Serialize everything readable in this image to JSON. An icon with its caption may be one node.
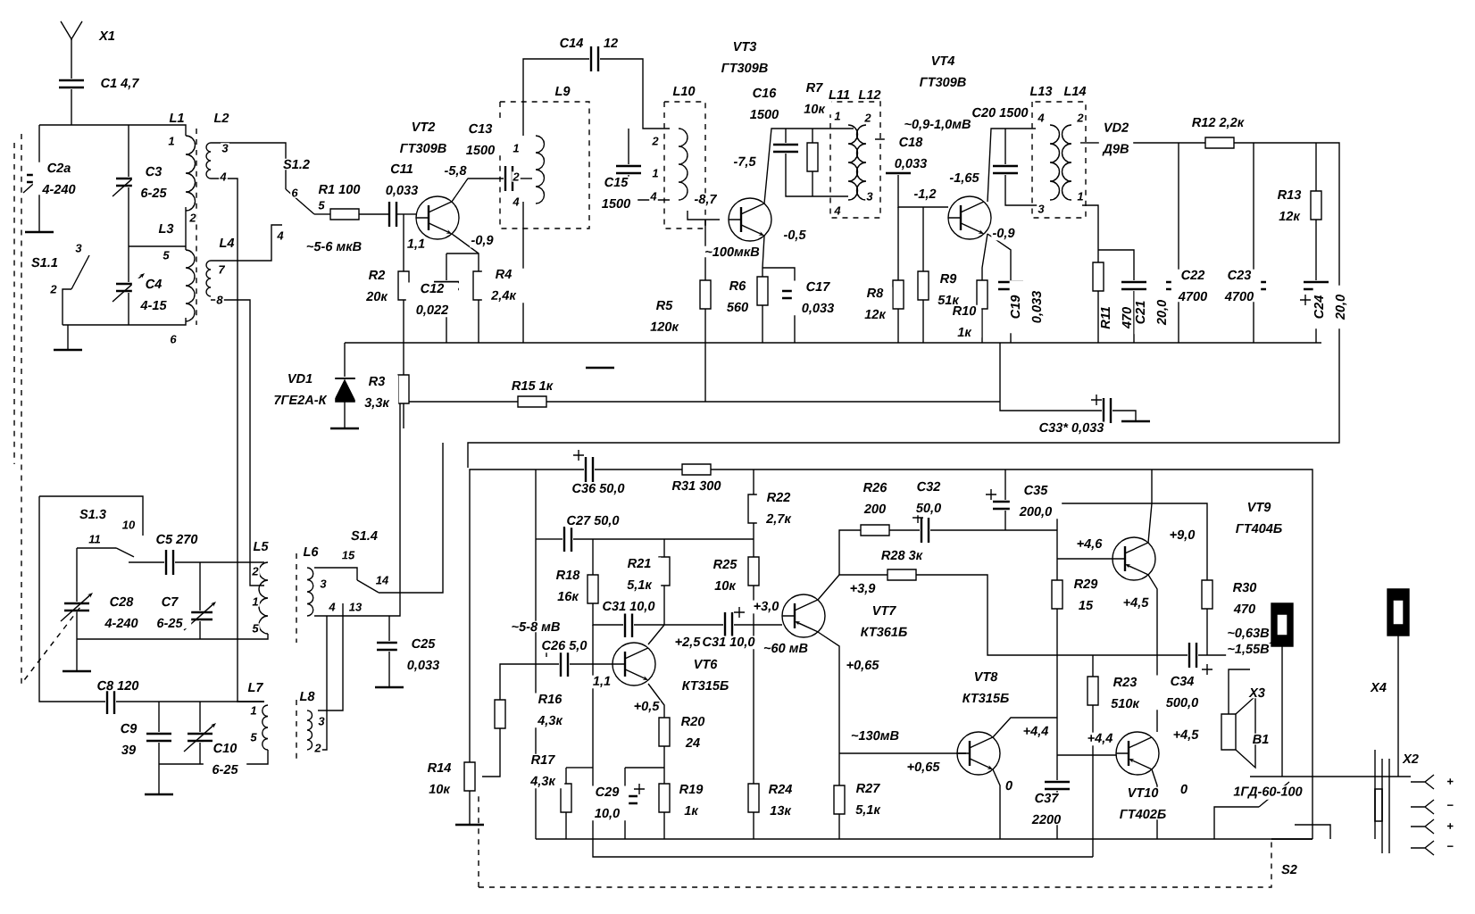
{
  "diagram": {
    "labels": [
      "X1",
      "C1 4,7",
      "L1",
      "L2",
      "1",
      "3",
      "4",
      "C2a 4-240",
      "C3 6-25",
      "S1.2",
      "6",
      "5",
      "4",
      "R1 100",
      "C11 0,033",
      "VT2 ГТ309В",
      "C13 1500",
      "-5,8",
      "-0,9",
      "2",
      "L3",
      "5",
      "L4",
      "7",
      "8",
      "S1.1",
      "3",
      "2",
      "C4 4-15",
      "6",
      "~5-6 мкВ",
      "1,1",
      "R2 20к",
      "C12 0,022",
      "R4 2,4к",
      "VD1 7ГЕ2А-К",
      "R3 3,3к",
      "C14",
      "12",
      "L9",
      "1",
      "2",
      "4",
      "L10",
      "2",
      "1",
      "4",
      "C15 1500",
      "VT3 ГТ309В",
      "-7,5",
      "-8,7",
      "-0,5",
      "~100мкВ",
      "R5 120к",
      "R6 560",
      "C17 0,033",
      "C16 1500",
      "R7 10к",
      "L11",
      "L12",
      "1",
      "2",
      "3",
      "4",
      "R8 12к",
      "C18 0,033",
      "VT4 ГТ309В",
      "~0,9-1,0мВ",
      "-1,65",
      "-1,2",
      "-0,9",
      "R9 51к",
      "R10 1к",
      "R15 1к",
      "C20 1500",
      "L13",
      "L14",
      "4",
      "2",
      "1",
      "3",
      "VD2 Д9В",
      "R12 2,2к",
      "R13 12к",
      "C19 0,033",
      "R11 470",
      "C21 20,0",
      "C22 4700",
      "C23 4700",
      "C24 20,0",
      "C33* 0,033",
      "S1.3",
      "10",
      "11",
      "C5 270",
      "L5",
      "2",
      "1",
      "5",
      "L6",
      "S1.4",
      "15",
      "3",
      "14",
      "4",
      "13",
      "C28 4-240",
      "C7 6-25",
      "C25 0,033",
      "C8 120",
      "L7",
      "1",
      "5",
      "L8",
      "3",
      "2",
      "C9 39",
      "C10 6-25",
      "R14 10к",
      "C36 50,0",
      "R31 300",
      "R22 2,7к",
      "R26 200",
      "C32 50,0",
      "C27 50,0",
      "R28 3к",
      "R18 16к",
      "R21 5,1к",
      "R25 10к",
      "+3,9",
      "~5-8 мВ",
      "C31 10,0",
      "+3,0",
      "VT7 КТ361Б",
      "C26 5,0",
      "+2,5",
      "C31 10,0",
      "~60 мВ",
      "+0,65",
      "1,1",
      "VT6 КТ315Б",
      "+0,5",
      "R16 4,3к",
      "R20 24",
      "~130мВ",
      "+0,65",
      "R17 4,3к",
      "C29 10,0",
      "R19 1к",
      "R24 13к",
      "R27 5,1к",
      "C35 200,0",
      "VT9 ГТ404Б",
      "+9,0",
      "+4,6",
      "R29 15",
      "+4,5",
      "R30 470",
      "~0,63В",
      "~1,55В",
      "VT8 КТ315Б",
      "C34 500,0",
      "X3",
      "R23 510к",
      "X4",
      "+4,4",
      "+4,5",
      "B1",
      "+4,4",
      "X2",
      "1ГД-60-100",
      "+",
      "0",
      "0",
      "C37 2200",
      "VT10 ГТ402Б",
      "−",
      "+",
      "−",
      "S2"
    ]
  }
}
